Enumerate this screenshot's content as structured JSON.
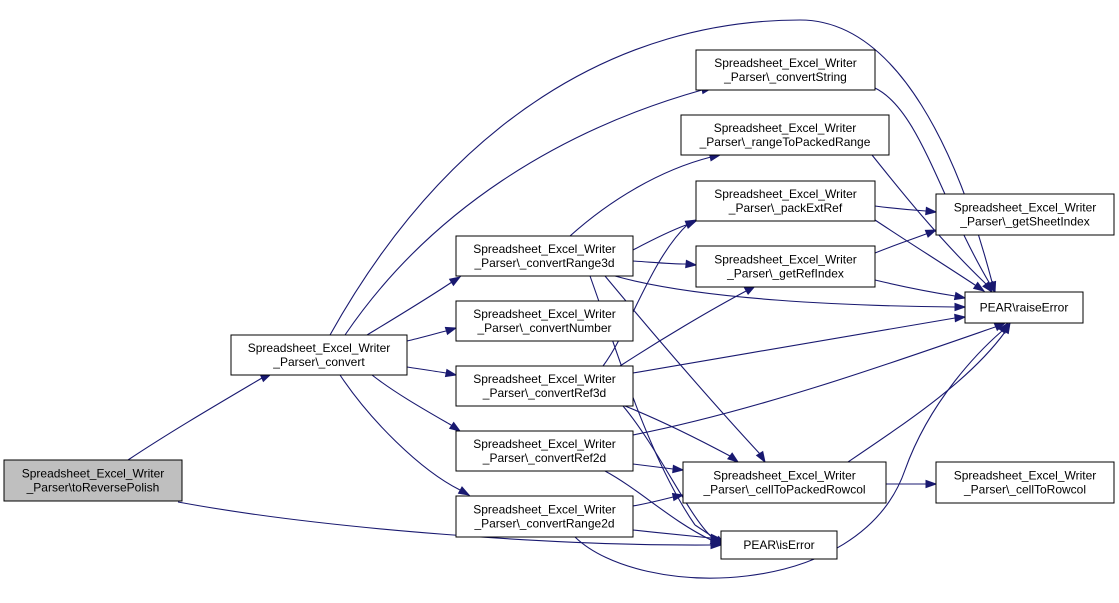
{
  "colors": {
    "edge": "#191970",
    "node_fill": "#ffffff",
    "node_fill_highlight": "#bfbfbf",
    "node_border": "#000000"
  },
  "nodes": [
    {
      "id": "toReversePolish",
      "lines": [
        "Spreadsheet_Excel_Writer",
        "_Parser\\toReversePolish"
      ],
      "highlight": true
    },
    {
      "id": "convert",
      "lines": [
        "Spreadsheet_Excel_Writer",
        "_Parser\\_convert"
      ]
    },
    {
      "id": "convertString",
      "lines": [
        "Spreadsheet_Excel_Writer",
        "_Parser\\_convertString"
      ]
    },
    {
      "id": "rangeToPackedRange",
      "lines": [
        "Spreadsheet_Excel_Writer",
        "_Parser\\_rangeToPackedRange"
      ]
    },
    {
      "id": "packExtRef",
      "lines": [
        "Spreadsheet_Excel_Writer",
        "_Parser\\_packExtRef"
      ]
    },
    {
      "id": "getSheetIndex",
      "lines": [
        "Spreadsheet_Excel_Writer",
        "_Parser\\_getSheetIndex"
      ]
    },
    {
      "id": "convertRange3d",
      "lines": [
        "Spreadsheet_Excel_Writer",
        "_Parser\\_convertRange3d"
      ]
    },
    {
      "id": "getRefIndex",
      "lines": [
        "Spreadsheet_Excel_Writer",
        "_Parser\\_getRefIndex"
      ]
    },
    {
      "id": "raiseError",
      "lines": [
        "PEAR\\raiseError"
      ]
    },
    {
      "id": "convertNumber",
      "lines": [
        "Spreadsheet_Excel_Writer",
        "_Parser\\_convertNumber"
      ]
    },
    {
      "id": "convertRef3d",
      "lines": [
        "Spreadsheet_Excel_Writer",
        "_Parser\\_convertRef3d"
      ]
    },
    {
      "id": "convertRef2d",
      "lines": [
        "Spreadsheet_Excel_Writer",
        "_Parser\\_convertRef2d"
      ]
    },
    {
      "id": "cellToPackedRowcol",
      "lines": [
        "Spreadsheet_Excel_Writer",
        "_Parser\\_cellToPackedRowcol"
      ]
    },
    {
      "id": "cellToRowcol",
      "lines": [
        "Spreadsheet_Excel_Writer",
        "_Parser\\_cellToRowcol"
      ]
    },
    {
      "id": "convertRange2d",
      "lines": [
        "Spreadsheet_Excel_Writer",
        "_Parser\\_convertRange2d"
      ]
    },
    {
      "id": "isError",
      "lines": [
        "PEAR\\isError"
      ]
    }
  ],
  "edges": [
    {
      "from": "toReversePolish",
      "to": "convert"
    },
    {
      "from": "toReversePolish",
      "to": "isError"
    },
    {
      "from": "convert",
      "to": "convertString"
    },
    {
      "from": "convert",
      "to": "raiseError"
    },
    {
      "from": "convert",
      "to": "convertRange3d"
    },
    {
      "from": "convert",
      "to": "convertNumber"
    },
    {
      "from": "convert",
      "to": "convertRef3d"
    },
    {
      "from": "convert",
      "to": "convertRef2d"
    },
    {
      "from": "convert",
      "to": "convertRange2d"
    },
    {
      "from": "convertString",
      "to": "raiseError"
    },
    {
      "from": "rangeToPackedRange",
      "to": "raiseError"
    },
    {
      "from": "packExtRef",
      "to": "getSheetIndex"
    },
    {
      "from": "packExtRef",
      "to": "raiseError"
    },
    {
      "from": "getRefIndex",
      "to": "getSheetIndex"
    },
    {
      "from": "getRefIndex",
      "to": "raiseError"
    },
    {
      "from": "convertRange3d",
      "to": "rangeToPackedRange"
    },
    {
      "from": "convertRange3d",
      "to": "packExtRef"
    },
    {
      "from": "convertRange3d",
      "to": "getRefIndex"
    },
    {
      "from": "convertRange3d",
      "to": "raiseError"
    },
    {
      "from": "convertRange3d",
      "to": "cellToPackedRowcol"
    },
    {
      "from": "convertRange3d",
      "to": "isError"
    },
    {
      "from": "convertRef3d",
      "to": "packExtRef"
    },
    {
      "from": "convertRef3d",
      "to": "getRefIndex"
    },
    {
      "from": "convertRef3d",
      "to": "raiseError"
    },
    {
      "from": "convertRef3d",
      "to": "cellToPackedRowcol"
    },
    {
      "from": "convertRef3d",
      "to": "isError"
    },
    {
      "from": "convertRef2d",
      "to": "raiseError"
    },
    {
      "from": "convertRef2d",
      "to": "cellToPackedRowcol"
    },
    {
      "from": "convertRef2d",
      "to": "isError"
    },
    {
      "from": "convertRange2d",
      "to": "cellToPackedRowcol"
    },
    {
      "from": "convertRange2d",
      "to": "isError"
    },
    {
      "from": "convertRange2d",
      "to": "raiseError"
    },
    {
      "from": "cellToPackedRowcol",
      "to": "cellToRowcol"
    },
    {
      "from": "cellToPackedRowcol",
      "to": "raiseError"
    }
  ]
}
